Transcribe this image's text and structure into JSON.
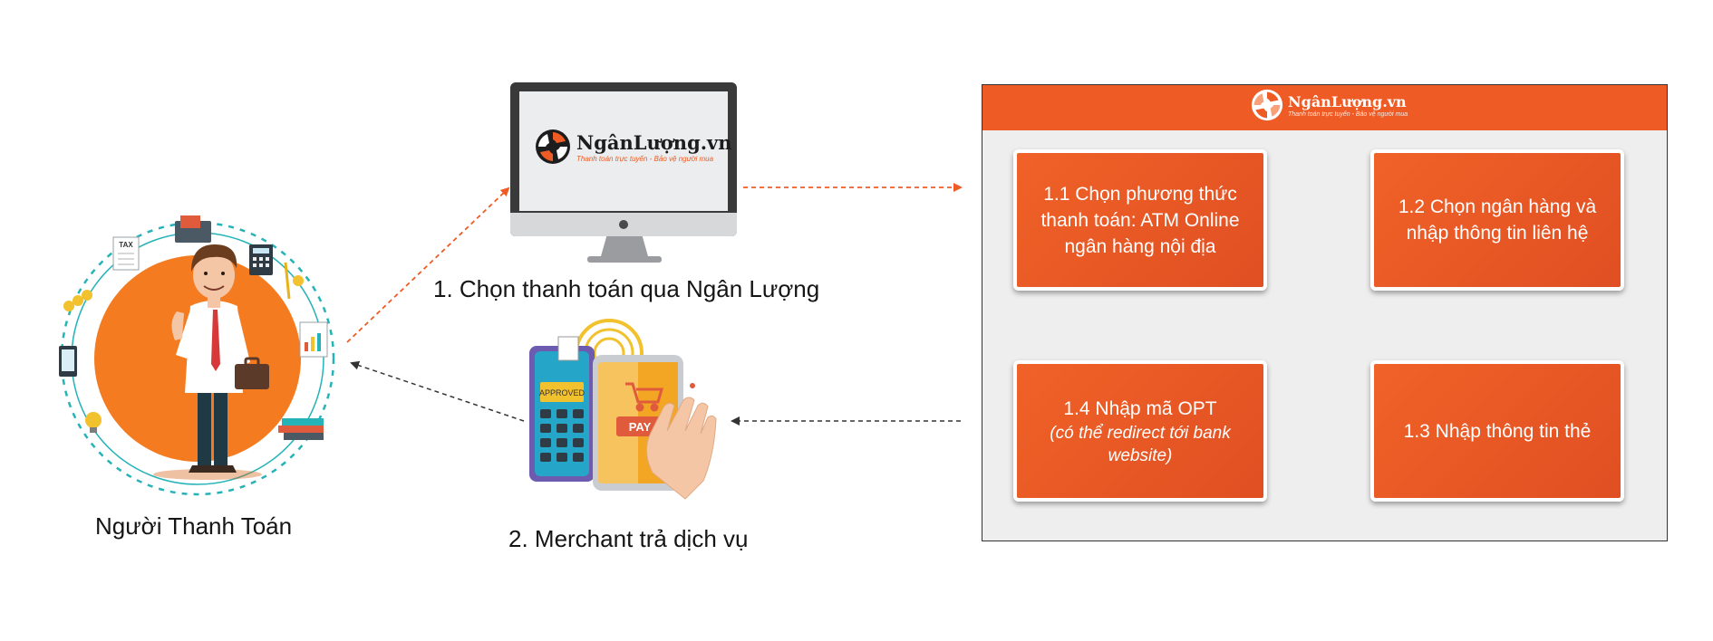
{
  "captions": {
    "payer": "Người Thanh Toán",
    "step1": "1. Chọn thanh toán qua Ngân Lượng",
    "step2": "2. Merchant trả dịch vụ"
  },
  "brand": {
    "name": "NgânLượng.vn",
    "tagline": "Thanh toán trực tuyến - Bảo vệ người mua"
  },
  "terminal": {
    "approved": "APPROVED",
    "pay": "PAY"
  },
  "icons": {
    "tax": "TAX"
  },
  "steps": [
    {
      "id": "1.1",
      "lines": [
        "1.1 Chọn phương thức",
        "thanh toán: ATM Online",
        "ngân hàng nội địa"
      ]
    },
    {
      "id": "1.2",
      "lines": [
        "1.2 Chọn ngân hàng và",
        "nhập thông tin liên hệ"
      ]
    },
    {
      "id": "1.3",
      "lines": [
        "1.3 Nhập thông tin thẻ"
      ]
    },
    {
      "id": "1.4",
      "lines": [
        "1.4 Nhập mã OPT"
      ],
      "note": [
        "(có thể redirect tới bank",
        "website)"
      ]
    }
  ],
  "colors": {
    "accent": "#ef5b25",
    "orange_circle": "#f47b20",
    "teal": "#25b3b8",
    "panel_bg": "#eeeeee"
  }
}
